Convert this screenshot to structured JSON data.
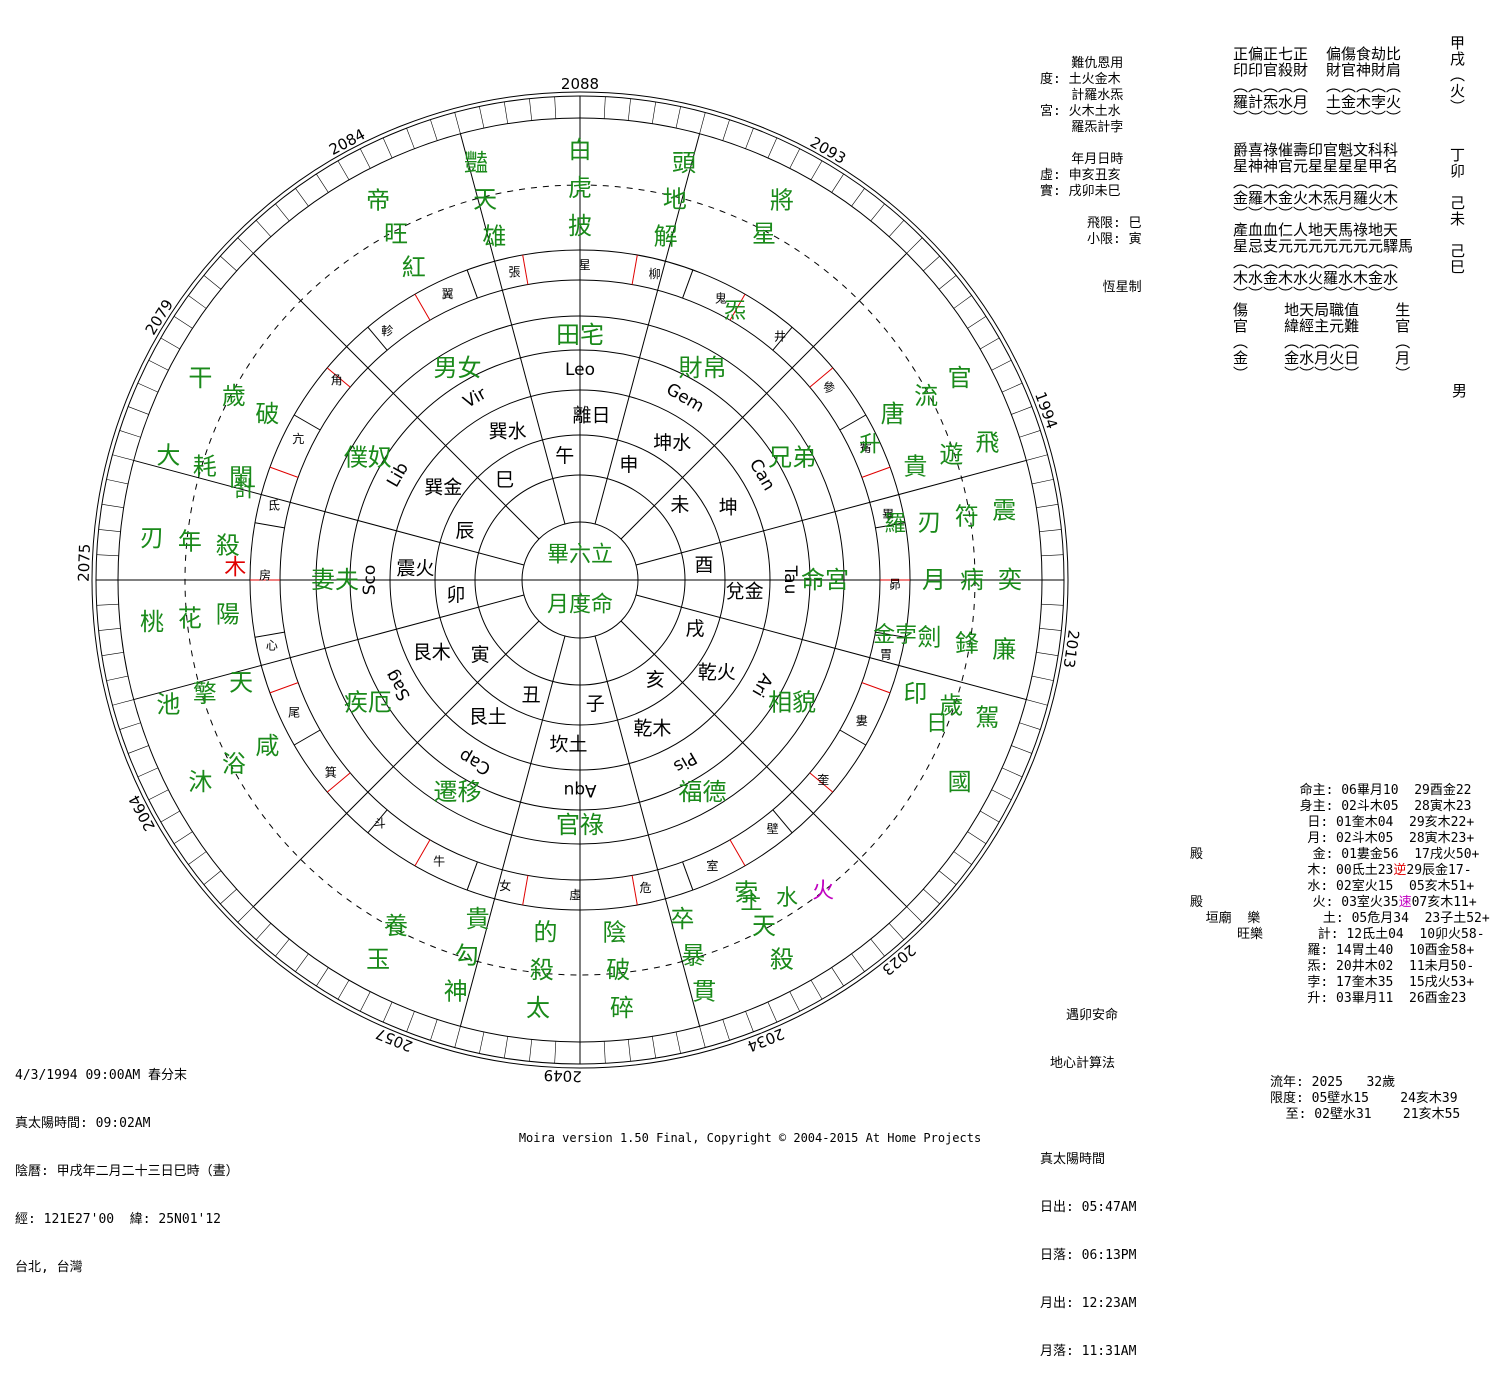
{
  "ring_years": [
    "2088",
    "2093",
    "1994",
    "2013",
    "2023",
    "2034",
    "2049",
    "2057",
    "2064",
    "2075",
    "2079",
    "2084"
  ],
  "palaces": [
    {
      "name": "命宮",
      "zodiac": "Tau",
      "branch": "酉",
      "stems": "兌金"
    },
    {
      "name": "兄弟",
      "zodiac": "Can",
      "branch": "未",
      "stems": "坤"
    },
    {
      "name": "財帛",
      "zodiac": "Gem",
      "branch": "申",
      "stems": "坤水"
    },
    {
      "name": "田宅",
      "zodiac": "Leo",
      "branch": "午",
      "stems": "離日"
    },
    {
      "name": "男女",
      "zodiac": "Vir",
      "branch": "巳",
      "stems": "巽水"
    },
    {
      "name": "僕奴",
      "zodiac": "Lib",
      "branch": "辰",
      "stems": "巽金"
    },
    {
      "name": "妻夫",
      "zodiac": "Sco",
      "branch": "卯",
      "stems": "震火"
    },
    {
      "name": "疾厄",
      "zodiac": "Sag",
      "branch": "寅",
      "stems": "艮木"
    },
    {
      "name": "遷移",
      "zodiac": "Cap",
      "branch": "丑",
      "stems": "艮土"
    },
    {
      "name": "官祿",
      "zodiac": "Aqu",
      "branch": "子",
      "stems": "坎土"
    },
    {
      "name": "福德",
      "zodiac": "Pis",
      "branch": "亥",
      "stems": "乾木"
    },
    {
      "name": "相貌",
      "zodiac": "Ari",
      "branch": "戌",
      "stems": "乾火"
    }
  ],
  "center_text": [
    "畢六立",
    "月度命"
  ],
  "mansions": [
    "張",
    "星",
    "柳",
    "鬼",
    "井",
    "參",
    "觜",
    "畢",
    "昴",
    "胃",
    "婁",
    "奎",
    "壁",
    "室",
    "危",
    "虛",
    "女",
    "牛",
    "斗",
    "箕",
    "尾",
    "心",
    "房",
    "氐",
    "亢",
    "角",
    "軫",
    "翼"
  ],
  "planets_on_chart": [
    {
      "label": "木",
      "color": "#e00000"
    },
    {
      "label": "計",
      "color": "#1a8a1a"
    },
    {
      "label": "火",
      "color": "#c000c0"
    },
    {
      "label": "水",
      "color": "#1a8a1a"
    },
    {
      "label": "土",
      "color": "#1a8a1a"
    },
    {
      "label": "日",
      "color": "#1a8a1a"
    },
    {
      "label": "金孛",
      "color": "#1a8a1a"
    },
    {
      "label": "羅",
      "color": "#1a8a1a"
    },
    {
      "label": "升",
      "color": "#1a8a1a"
    },
    {
      "label": "炁",
      "color": "#1a8a1a"
    }
  ],
  "outer_stars": {
    "top": "帝旺 紅豔 天雄 白虎 披頭 地解 將星",
    "right": "官流唐飛遊 貴震符刃奕 病月廉 鋒劍 駕歲 印國",
    "bottom": "殺天索貫 暴卒碎破 陰太殺的 神勾貴玉養",
    "left": "沐浴咸池 擎天桃花 陽刃年殺 大耗 闌干 歲破"
  },
  "birth_info": {
    "date": "4/3/1994 09:00AM 春分末",
    "solar_time": "真太陽時間: 09:02AM",
    "lunar": "陰曆: 甲戌年二月二十三日巳時（晝）",
    "coords": "經: 121E27'00  緯: 25N01'12",
    "place": "台北, 台灣"
  },
  "sun_moon": {
    "method1": "遇卯安命",
    "method2": "地心計算法",
    "header": "真太陽時間",
    "sunrise": "日出: 05:47AM",
    "sunset": "日落: 06:13PM",
    "moonrise": "月出: 12:23AM",
    "moonset": "月落: 11:31AM"
  },
  "copyright": "Moira version 1.50 Final, Copyright © 2004-2015 At Home Projects",
  "top_right_left": [
    "    難仇恩用",
    "度: 土火金木",
    "    計羅水炁",
    "宮: 火木土水",
    "    羅炁計孛",
    "",
    "    年月日時",
    "虛: 申亥丑亥",
    "實: 戌卯未巳",
    "",
    "      飛限: 巳",
    "      小限: 寅",
    "",
    "",
    "        恆星制"
  ],
  "top_right_right": [
    "正偏正七正  偏傷食劫比",
    "印印官殺財  財官神財肩",
    "︵︵︵︵︵  ︵︵︵︵︵",
    "羅計炁水月  土金木孛火",
    "︶︶︶︶︶  ︶︶︶︶︶",
    "",
    "爵喜祿催壽印官魁文科科",
    "星神神官元星星星星甲名",
    "︵︵︵︵︵︵︵︵︵︵︵",
    "金羅木金火木炁月羅火木",
    "︶︶︶︶︶︶︶︶︶︶︶",
    "產血血仁人地天馬祿地天",
    "星忌支元元元元元元元驛馬",
    "︵︵︵︵︵︵︵︵︵︵︵",
    "木水金木水火羅水木金水",
    "︶︶︶︶︶︶︶︶︶︶︶",
    "傷    地天局職值    生",
    "官    緯經主元難    官",
    "︵    ︵︵︵︵︵    ︵",
    "金    金水月火日    月",
    "︶    ︶︶︶︶︶    ︶"
  ],
  "year_column": [
    "甲",
    "戌",
    "︵",
    "火",
    "︶",
    "",
    "",
    "丁",
    "卯",
    "",
    "己",
    "未",
    "",
    "己",
    "巳"
  ],
  "gender": "男",
  "stars_list": [
    {
      "prefix": "",
      "name": "命主:",
      "a": "06畢月10",
      "b": "29酉金22"
    },
    {
      "prefix": "",
      "name": "身主:",
      "a": "02斗木05",
      "b": "28寅木23"
    },
    {
      "prefix": "",
      "name": "日:",
      "a": "01奎木04",
      "b": "29亥木22+"
    },
    {
      "prefix": "",
      "name": "月:",
      "a": "02斗木05",
      "b": "28寅木23+"
    },
    {
      "prefix": "殿",
      "name": "金:",
      "a": "01婁金56",
      "b": "17戌火50+"
    },
    {
      "prefix": "",
      "name": "木:",
      "a": "00氐土23",
      "flag": "逆",
      "flagcolor": "red",
      "b": "29辰金17-"
    },
    {
      "prefix": "",
      "name": "水:",
      "a": "02室火15",
      "b": "05亥木51+"
    },
    {
      "prefix": "殿",
      "name": "火:",
      "a": "03室火35",
      "flag": "速",
      "flagcolor": "magenta",
      "b": "07亥木11+"
    },
    {
      "prefix": "  垣廟  樂",
      "name": "土:",
      "a": "05危月34",
      "b": "23子土52+"
    },
    {
      "prefix": "      旺樂",
      "name": "計:",
      "a": "12氐土04",
      "b": "10卯火58-"
    },
    {
      "prefix": "",
      "name": "羅:",
      "a": "14胃土40",
      "b": "10酉金58+"
    },
    {
      "prefix": "",
      "name": "炁:",
      "a": "20井木02",
      "b": "11未月50-"
    },
    {
      "prefix": "",
      "name": "孛:",
      "a": "17奎木35",
      "b": "15戌火53+"
    },
    {
      "prefix": "",
      "name": "升:",
      "a": "03畢月11",
      "b": "26酉金23"
    }
  ],
  "flow_list": [
    "流年: 2025   32歲",
    "限度: 05壁水15    24亥木39",
    "  至: 02壁水31    21亥木55"
  ]
}
